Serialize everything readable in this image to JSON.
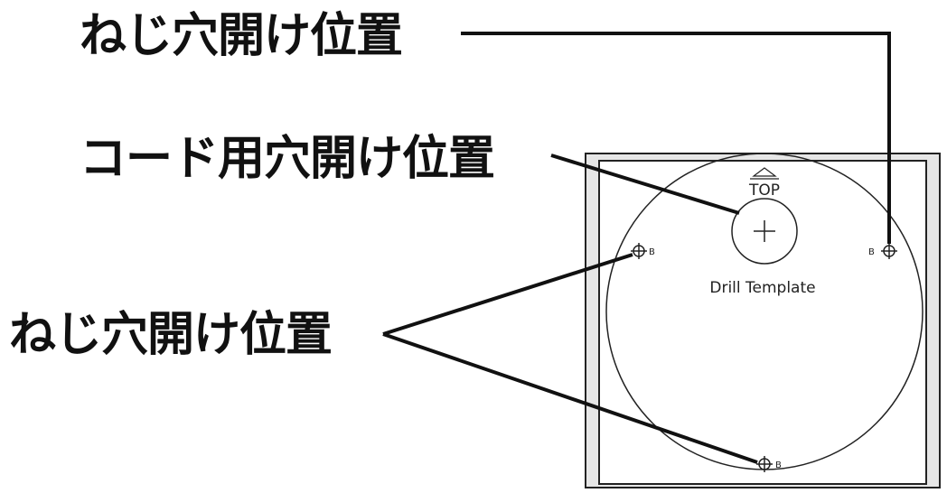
{
  "labels": {
    "screw_hole_top": "ねじ穴開け位置",
    "cord_hole": "コード用穴開け位置",
    "screw_hole_bottom": "ねじ穴開け位置"
  },
  "template": {
    "top_mark": "TOP",
    "title": "Drill Template",
    "hole_marker": "B"
  },
  "colors": {
    "frame_fill": "#e6e6e6",
    "line": "#111111"
  }
}
